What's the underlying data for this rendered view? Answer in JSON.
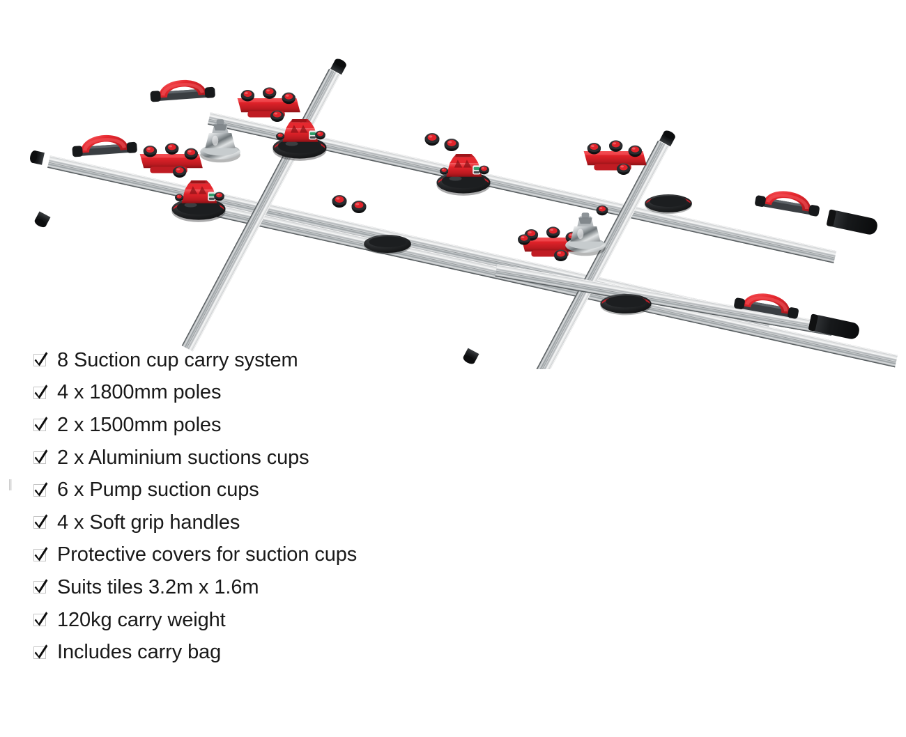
{
  "page": {
    "background_color": "#ffffff",
    "text_color": "#191919"
  },
  "product_image": {
    "alt": "8 suction cup tile carry system with aluminium rails, red clamps and handles",
    "palette": {
      "rail_light": "#e6e7e8",
      "rail_mid": "#b9bcbe",
      "rail_dark": "#7e8285",
      "rail_shadow": "#5b5f62",
      "red": "#e1232a",
      "red_dark": "#a8171d",
      "red_light": "#f0474d",
      "black": "#1a1a1a",
      "black_soft": "#33363a",
      "chrome_light": "#f2f3f4",
      "chrome_dark": "#8d9194",
      "cup_rubber": "#2b2b2b"
    },
    "components": [
      "aluminium-rail",
      "cross-clamp-bracket",
      "adjustment-knob",
      "soft-grip-handle",
      "pump-suction-cup",
      "aluminium-suction-cup",
      "rubber-end-cap"
    ]
  },
  "features": {
    "checkbox_icon": "checkmark-icon",
    "items": [
      {
        "label": "8 Suction cup carry system"
      },
      {
        "label": "4 x 1800mm poles"
      },
      {
        "label": "2 x 1500mm poles"
      },
      {
        "label": "2 x Aluminium suctions cups"
      },
      {
        "label": "6 x Pump suction cups"
      },
      {
        "label": "4 x Soft grip handles"
      },
      {
        "label": "Protective covers for suction cups"
      },
      {
        "label": "Suits tiles 3.2m x 1.6m"
      },
      {
        "label": "120kg carry weight"
      },
      {
        "label": "Includes carry bag"
      }
    ]
  }
}
